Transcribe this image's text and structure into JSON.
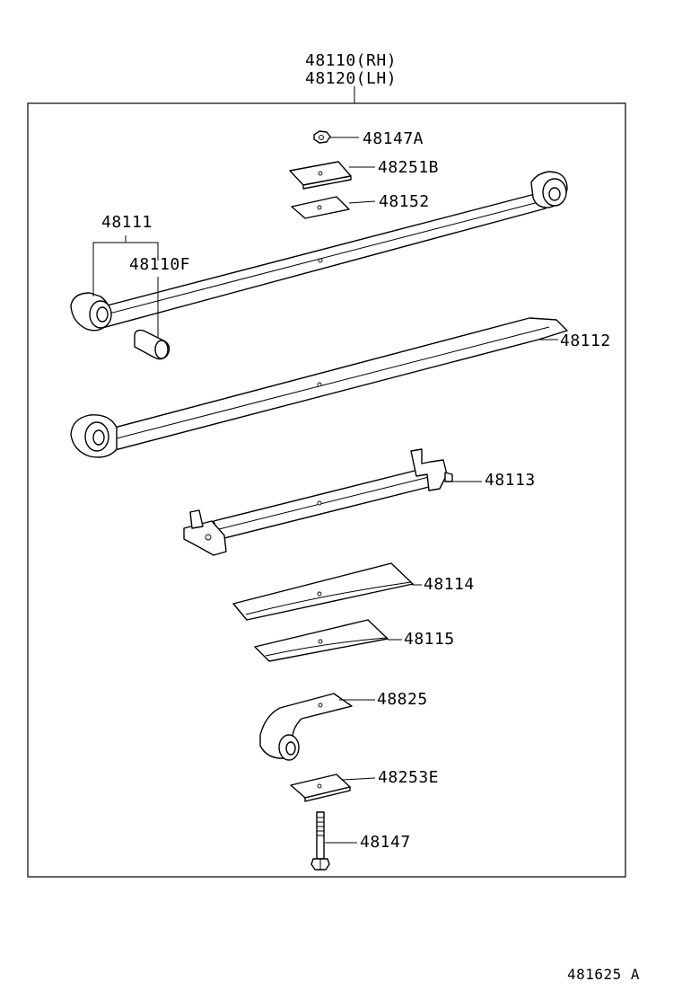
{
  "assembly": {
    "part_rh": "48110(RH)",
    "part_lh": "48120(LH)"
  },
  "parts": {
    "nut": "48147A",
    "spacer_top": "48251B",
    "plate": "48152",
    "bushing": "48111",
    "pin_bushing": "48110F",
    "leaf_2": "48112",
    "leaf_3": "48113",
    "leaf_4": "48114",
    "leaf_5": "48115",
    "bracket": "48825",
    "spacer_bottom": "48253E",
    "bolt": "48147"
  },
  "footer": {
    "diagram_code": "481625 A"
  }
}
